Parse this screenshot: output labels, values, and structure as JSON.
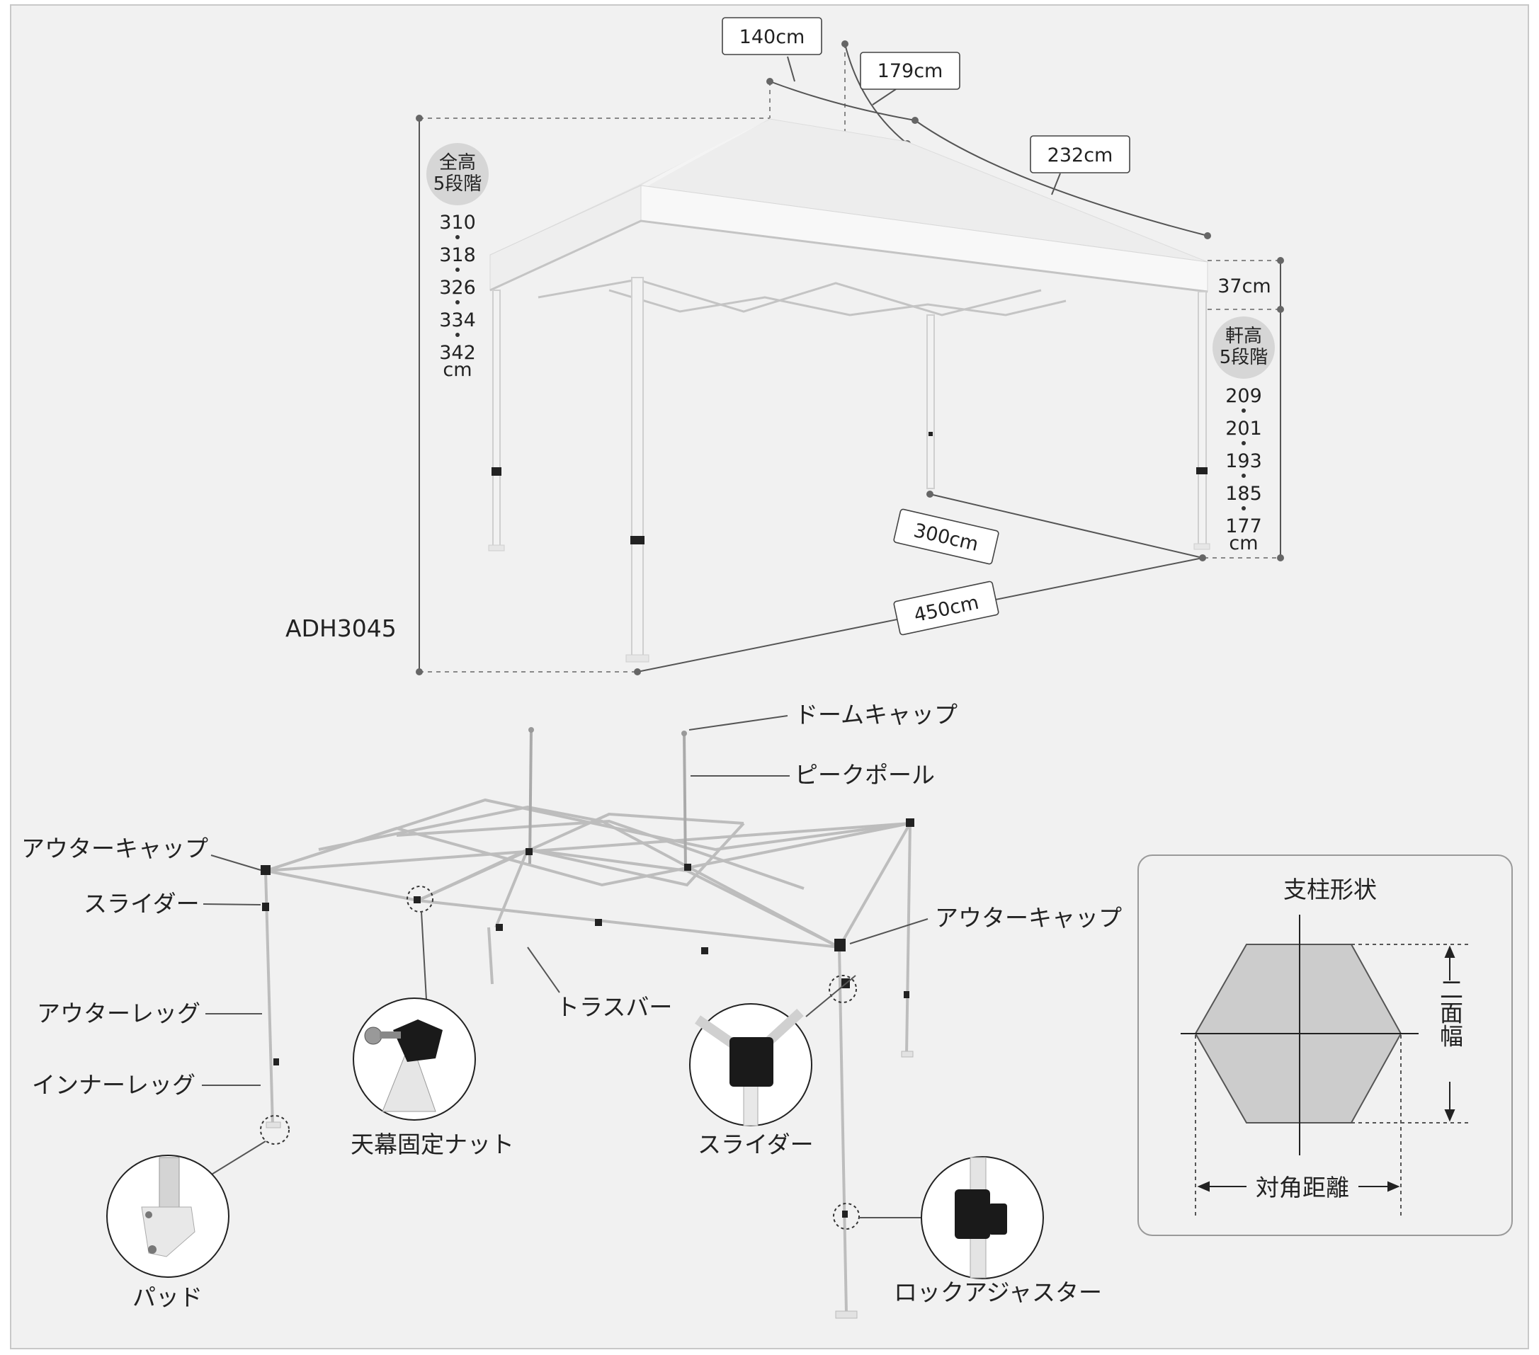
{
  "model": "ADH3045",
  "top_dimensions": {
    "peak_width": "140cm",
    "peak_height_diag": "179cm",
    "roof_slope": "232cm",
    "valance": "37cm",
    "depth": "300cm",
    "width": "450cm"
  },
  "total_height": {
    "badge_line1": "全高",
    "badge_line2": "5段階",
    "values": [
      "310",
      "318",
      "326",
      "334",
      "342"
    ],
    "unit": "cm"
  },
  "eave_height": {
    "badge_line1": "軒高",
    "badge_line2": "5段階",
    "values": [
      "209",
      "201",
      "193",
      "185",
      "177"
    ],
    "unit": "cm"
  },
  "parts": {
    "dome_cap": "ドームキャップ",
    "peak_pole": "ピークポール",
    "outer_cap_left": "アウターキャップ",
    "slider_left": "スライダー",
    "outer_leg": "アウターレッグ",
    "inner_leg": "インナーレッグ",
    "truss_bar": "トラスバー",
    "outer_cap_right": "アウターキャップ",
    "canopy_nut": "天幕固定ナット",
    "slider_detail": "スライダー",
    "pad": "パッド",
    "lock_adjuster": "ロックアジャスター"
  },
  "profile_box": {
    "title": "支柱形状",
    "side_label": "二面幅",
    "diag_label": "対角距離"
  }
}
